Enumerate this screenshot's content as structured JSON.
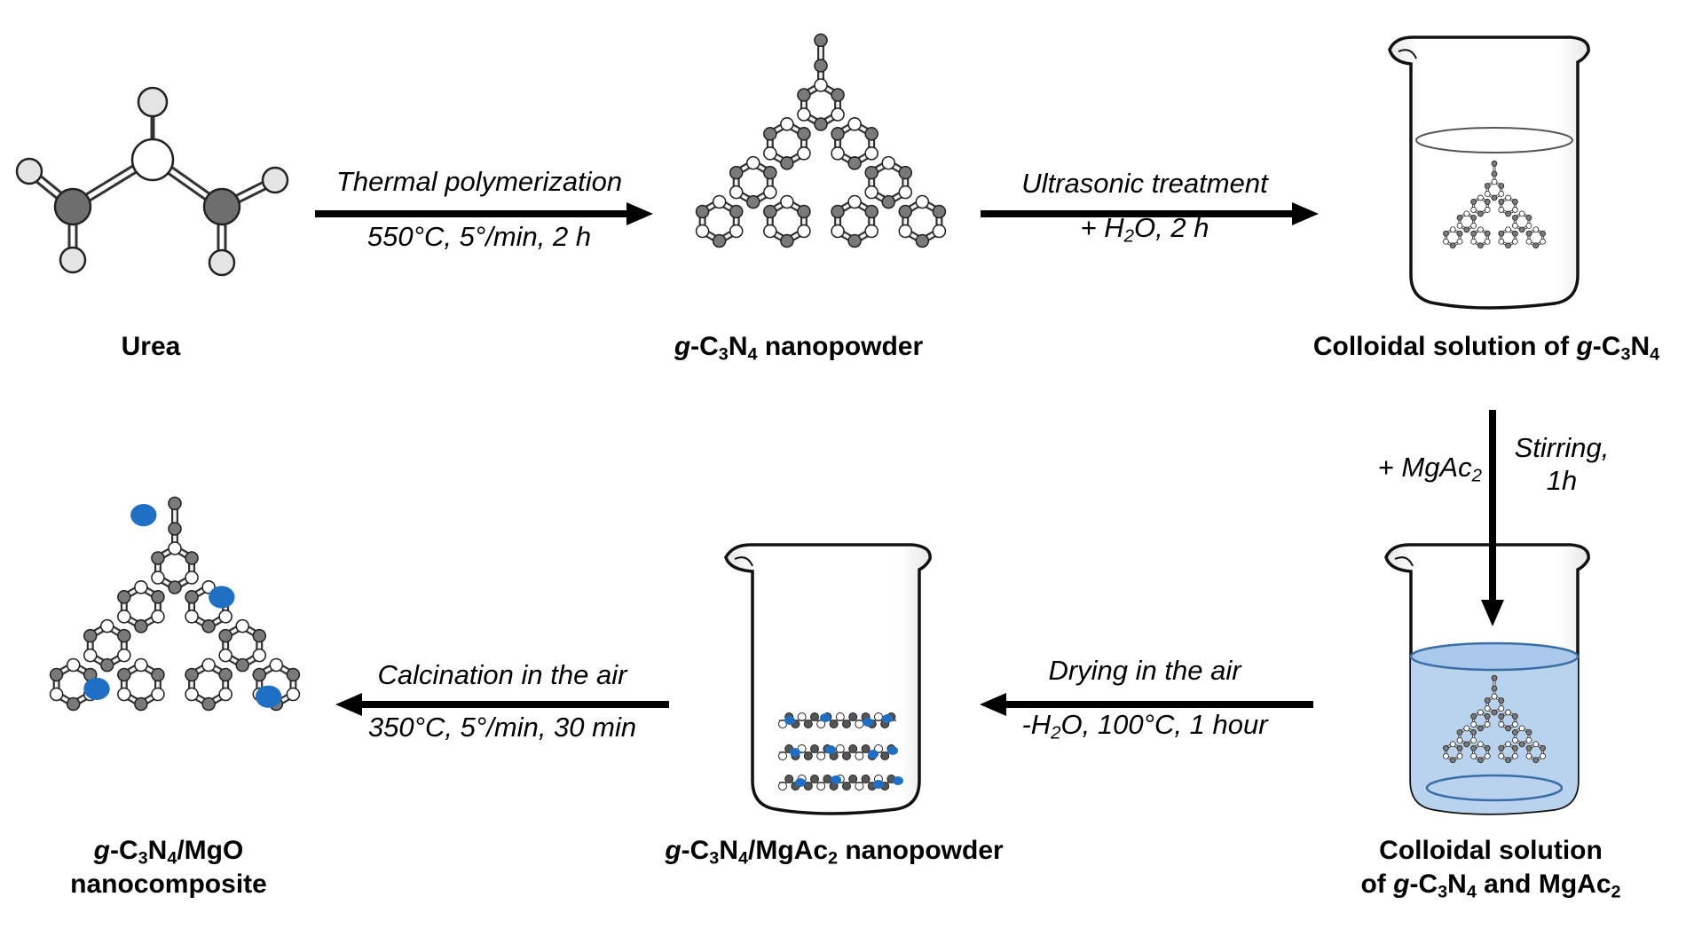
{
  "steps": {
    "urea": {
      "label": "Urea"
    },
    "gcn_powder": {
      "prefix": "g",
      "label_html": "-C<sub>3</sub>N<sub>4</sub> nanopowder"
    },
    "colloid_gcn": {
      "lead": "Colloidal solution of ",
      "italic": "g",
      "label_html": "-C<sub>3</sub>N<sub>4</sub>"
    },
    "colloid_mgac": {
      "line1": "Colloidal solution",
      "line2_lead": "of ",
      "italic": "g",
      "line2_html": "-C<sub>3</sub>N<sub>4</sub> and MgAc<sub>2</sub>"
    },
    "gcn_mgac_powder": {
      "prefix": "g",
      "label_html": "-C<sub>3</sub>N<sub>4</sub>/MgAc<sub>2</sub> nanopowder"
    },
    "composite": {
      "prefix": "g",
      "line1_html": "-C<sub>3</sub>N<sub>4</sub>/MgO",
      "line2": "nanocomposite"
    }
  },
  "arrows": {
    "polymerization": {
      "above": "Thermal polymerization",
      "below": "550°C, 5°/min, 2 h"
    },
    "ultrasonic": {
      "above": "Ultrasonic treatment",
      "below_html": "+ H<sub>2</sub>O, 2 h"
    },
    "stirring": {
      "left_html": "+ MgAc<sub>2</sub>",
      "right_line1": "Stirring,",
      "right_line2": "1h"
    },
    "drying": {
      "above": "Drying in the air",
      "below_html": "-H<sub>2</sub>O, 100°C, 1 hour"
    },
    "calcination": {
      "above": "Calcination in the air",
      "below": "350°C, 5°/min, 30 min"
    }
  },
  "colors": {
    "arrow": "#000000",
    "carbon_atom": "#7a7a7a",
    "nitrogen_atom": "#ffffff",
    "magnesium_dot": "#1f6fc4",
    "liquid": "#b9d3ee"
  }
}
